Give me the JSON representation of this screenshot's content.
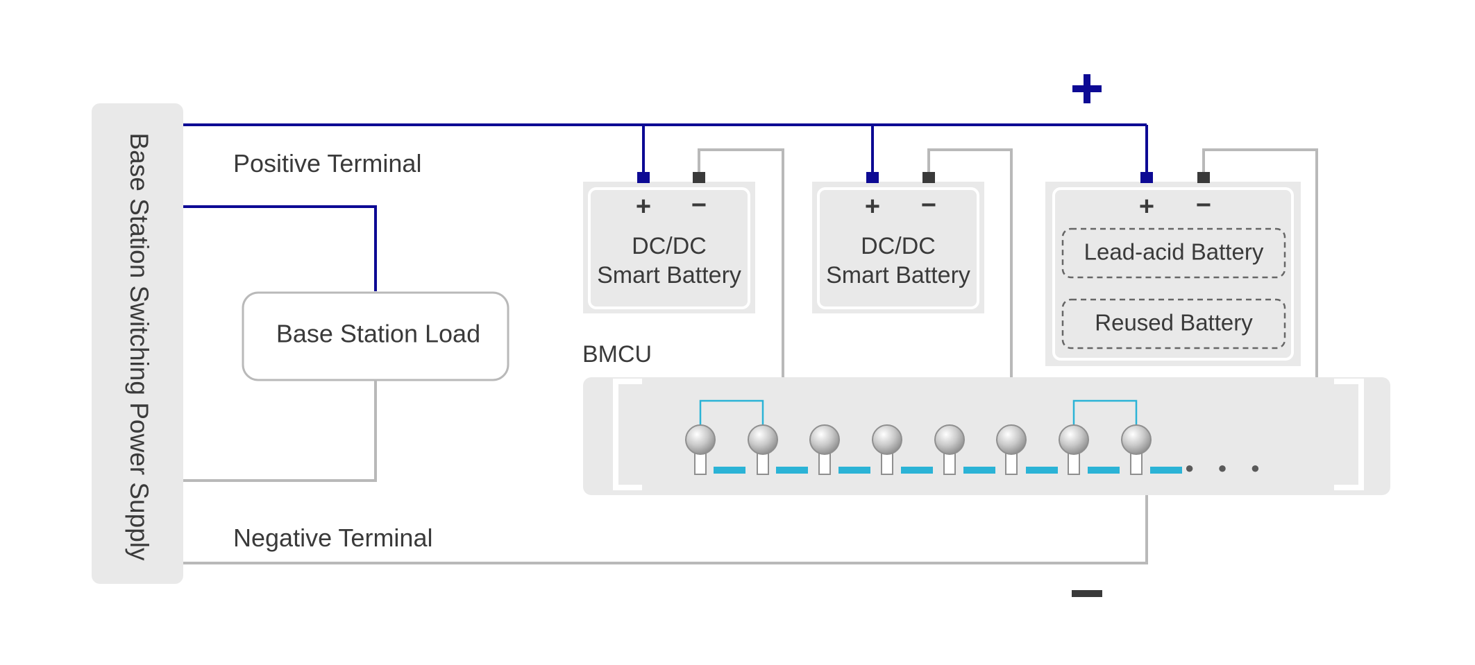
{
  "power_supply": {
    "label": "Base Station Switching Power Supply"
  },
  "load": {
    "label": "Base Station Load"
  },
  "terminals": {
    "positive_label": "Positive Terminal",
    "negative_label": "Negative Terminal",
    "positive_symbol": "+",
    "negative_symbol": "−"
  },
  "bmcu": {
    "label": "BMCU",
    "ellipsis": "● ● ●"
  },
  "batteries": [
    {
      "line1": "DC/DC",
      "line2": "Smart Battery",
      "plus": "+",
      "minus": "−"
    },
    {
      "line1": "DC/DC",
      "line2": "Smart Battery",
      "plus": "+",
      "minus": "−"
    },
    {
      "plus": "+",
      "minus": "−",
      "sub": [
        "Lead-acid Battery",
        "Reused Battery"
      ]
    }
  ],
  "colors": {
    "positive_wire": "#0d0a94",
    "negative_wire": "#b9b9b9",
    "panel": "#e9e9e9",
    "accent": "#2bb3d6",
    "text": "#3a3a3a"
  }
}
